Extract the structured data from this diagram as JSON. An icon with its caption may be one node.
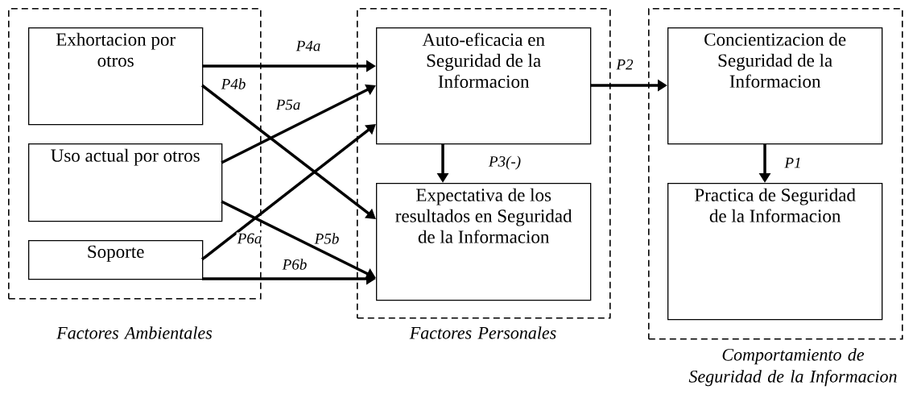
{
  "diagram": {
    "nodes": [
      {
        "text": [
          "Factores Ambientales"
        ]
      },
      {
        "text": [
          "Exhortacion por otros"
        ],
        "in": 0
      },
      {
        "text": [
          "Uso actual por otros"
        ],
        "in": 0
      },
      {
        "text": [
          "Soporte"
        ],
        "in": 0
      },
      {
        "text": [
          "Factores Personales"
        ]
      },
      {
        "text": [
          "Auto-eficacia en Seguridad de la Informacion"
        ],
        "in": 4
      },
      {
        "text": [
          "Expectativa de los resultados en Seguridad de la Informacion"
        ],
        "in": 4
      },
      {
        "text": [
          "Comportamiento de Seguridad de la Informacion"
        ]
      },
      {
        "text": [
          "Concientizacion de Seguridad de la Informacion"
        ],
        "in": 7
      },
      {
        "text": [
          "Practica de Seguridad de la Informacion"
        ],
        "in": 7
      }
    ],
    "edges": [
      {
        "from": 1,
        "to": 5,
        "arrow": "to",
        "label": "P4a"
      },
      {
        "from": 1,
        "to": 6,
        "arrow": "to",
        "label": "P4b"
      },
      {
        "from": 2,
        "to": 5,
        "arrow": "to",
        "label": "P5a"
      },
      {
        "from": 2,
        "to": 6,
        "arrow": "to",
        "label": "P5b"
      },
      {
        "from": 3,
        "to": 5,
        "arrow": "to",
        "label": "P6a"
      },
      {
        "from": 3,
        "to": 6,
        "arrow": "to",
        "label": "P6b"
      },
      {
        "from": 5,
        "to": 6,
        "arrow": "to",
        "label": "P3(-)"
      },
      {
        "from": 5,
        "to": 8,
        "arrow": "to",
        "label": "P2"
      },
      {
        "from": 8,
        "to": 9,
        "arrow": "to",
        "label": "P1"
      }
    ]
  }
}
